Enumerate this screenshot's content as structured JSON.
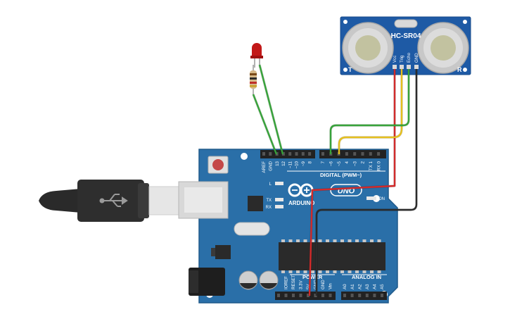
{
  "sensor": {
    "model": "HC-SR04",
    "left_mark": "T",
    "right_mark": "R",
    "pins": [
      "Vcc",
      "Trig",
      "Echo",
      "GND"
    ]
  },
  "arduino": {
    "brand": "ARDUINO",
    "model": "UNO",
    "digital_header": "DIGITAL (PWM~)",
    "power_header": "POWER",
    "analog_header": "ANALOG IN",
    "on_label": "ON",
    "led_l": "L",
    "led_tx": "TX",
    "led_rx": "RX",
    "digital_pins": [
      "AREF",
      "GND",
      "13",
      "12",
      "~11",
      "~10",
      "~9",
      "8",
      "7",
      "~6",
      "~5",
      "4",
      "~3",
      "2",
      "TX 1",
      "RX 0"
    ],
    "power_pins": [
      "IOREF",
      "RESET",
      "3.3V",
      "5V",
      "GND",
      "GND",
      "Vin"
    ],
    "analog_pins": [
      "A0",
      "A1",
      "A2",
      "A3",
      "A4",
      "A5"
    ]
  },
  "wires": [
    {
      "name": "sensor-vcc-to-5v",
      "color": "#d32a2a"
    },
    {
      "name": "sensor-trig-to-pin7",
      "color": "#e6c01e"
    },
    {
      "name": "sensor-echo-to-pin6",
      "color": "#37a33a"
    },
    {
      "name": "sensor-gnd-to-gnd",
      "color": "#2b2b2b"
    },
    {
      "name": "led-to-pin13",
      "color": "#37a33a"
    },
    {
      "name": "resistor-to-gnd",
      "color": "#37a33a"
    }
  ],
  "colors": {
    "board": "#2a6fa8",
    "board_edge": "#1f5a8a",
    "sensor_board": "#1e5aa5",
    "header": "#222222",
    "led": "#c21818"
  }
}
